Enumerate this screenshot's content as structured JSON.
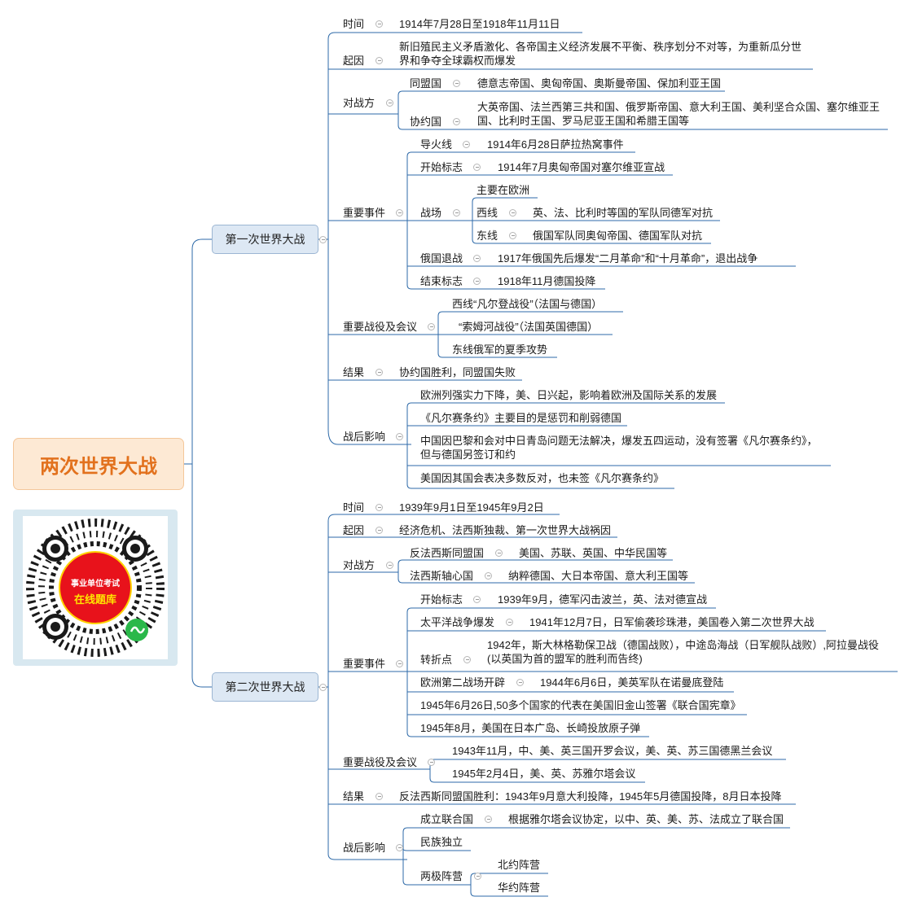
{
  "root": {
    "title": "两次世界大战"
  },
  "qr": {
    "line1": "事业单位考试",
    "line2": "在线题库"
  },
  "ww1": {
    "title": "第一次世界大战",
    "time": {
      "label": "时间",
      "value": "1914年7月28日至1918年11月11日"
    },
    "cause": {
      "label": "起因",
      "line1": "新旧殖民主义矛盾激化、各帝国主义经济发展不平衡、秩序划分不对等，为重新瓜分世",
      "line2": "界和争夺全球霸权而爆发"
    },
    "sides": {
      "label": "对战方",
      "central": {
        "label": "同盟国",
        "value": "德意志帝国、奥匈帝国、奥斯曼帝国、保加利亚王国"
      },
      "entente": {
        "label": "协约国",
        "line1": "大英帝国、法兰西第三共和国、俄罗斯帝国、意大利王国、美利坚合众国、塞尔维亚王",
        "line2": "国、比利时王国、罗马尼亚王国和希腊王国等"
      }
    },
    "events": {
      "label": "重要事件",
      "fuse": {
        "label": "导火线",
        "value": "1914年6月28日萨拉热窝事件"
      },
      "start": {
        "label": "开始标志",
        "value": "1914年7月奥匈帝国对塞尔维亚宣战"
      },
      "battlefield": {
        "label": "战场",
        "main": "主要在欧洲",
        "west": {
          "label": "西线",
          "value": "英、法、比利时等国的军队同德军对抗"
        },
        "east": {
          "label": "东线",
          "value": "俄国军队同奥匈帝国、德国军队对抗"
        }
      },
      "russia": {
        "label": "俄国退战",
        "value": "1917年俄国先后爆发“二月革命”和“十月革命”，退出战争"
      },
      "end": {
        "label": "结束标志",
        "value": "1918年11月德国投降"
      }
    },
    "battles": {
      "label": "重要战役及会议",
      "items": [
        "西线“凡尔登战役”（法国与德国）",
        "“索姆河战役”（法国英国德国）",
        "东线俄军的夏季攻势"
      ]
    },
    "result": {
      "label": "结果",
      "value": "协约国胜利，同盟国失败"
    },
    "impact": {
      "label": "战后影响",
      "i1": "欧洲列强实力下降，美、日兴起，影响着欧洲及国际关系的发展",
      "i2": "《凡尔赛条约》主要目的是惩罚和削弱德国",
      "i3a": "中国因巴黎和会对中日青岛问题无法解决，爆发五四运动，没有签署《凡尔赛条约》，",
      "i3b": "但与德国另签订和约",
      "i4": "美国因其国会表决多数反对，也未签《凡尔赛条约》"
    }
  },
  "ww2": {
    "title": "第二次世界大战",
    "time": {
      "label": "时间",
      "value": "1939年9月1日至1945年9月2日"
    },
    "cause": {
      "label": "起因",
      "value": "经济危机、法西斯独裁、第一次世界大战祸因"
    },
    "sides": {
      "label": "对战方",
      "allies": {
        "label": "反法西斯同盟国",
        "value": "美国、苏联、英国、中华民国等"
      },
      "axis": {
        "label": "法西斯轴心国",
        "value": "纳粹德国、大日本帝国、意大利王国等"
      }
    },
    "events": {
      "label": "重要事件",
      "start": {
        "label": "开始标志",
        "value": "1939年9月，德军闪击波兰，英、法对德宣战"
      },
      "pacific": {
        "label": "太平洋战争爆发",
        "value": "1941年12月7日，日军偷袭珍珠港，美国卷入第二次世界大战"
      },
      "turning": {
        "label": "转折点",
        "line1": "1942年，斯大林格勒保卫战（德国战败），中途岛海战（日军舰队战败）,阿拉曼战役",
        "line2": "(以英国为首的盟军的胜利而告终)"
      },
      "front": {
        "label": "欧洲第二战场开辟",
        "value": "1944年6月6日，美英军队在诺曼底登陆"
      },
      "un": "1945年6月26日,50多个国家的代表在美国旧金山签署《联合国宪章》",
      "bomb": "1945年8月，美国在日本广岛、长崎投放原子弹"
    },
    "battles": {
      "label": "重要战役及会议",
      "items": [
        "1943年11月，中、美、英三国开罗会议，美、英、苏三国德黑兰会议",
        "1945年2月4日，美、英、苏雅尔塔会议"
      ]
    },
    "result": {
      "label": "结果",
      "value": "反法西斯同盟国胜利：1943年9月意大利投降，1945年5月德国投降，8月日本投降"
    },
    "impact": {
      "label": "战后影响",
      "un": {
        "label": "成立联合国",
        "value": "根据雅尔塔会议协定，以中、英、美、苏、法成立了联合国"
      },
      "independence": "民族独立",
      "bipolar": {
        "label": "两极阵营",
        "nato": "北约阵营",
        "warsaw": "华约阵营"
      }
    }
  },
  "colors": {
    "line": "#2e6aa8",
    "root_text": "#e2711d",
    "root_fill": "#fde9d4",
    "main_fill": "#dde8f4"
  }
}
